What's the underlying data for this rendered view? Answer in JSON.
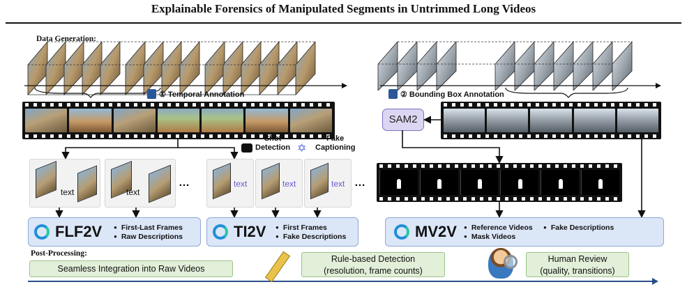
{
  "title": "Explainable Forensics of Manipulated Segments in Untrimmed Long Videos",
  "data_generation": {
    "label": "Data Generation:",
    "temporal_annotation": "① Temporal Annotation",
    "bbox_annotation": "② Bounding Box Annotation",
    "sam2": "SAM2",
    "shot_detection": "Shot\nDetection",
    "fake_captioning": "Fake\nCaptioning"
  },
  "groups": {
    "flf2v": {
      "text_a": "text",
      "text_b": "text",
      "ellipsis": "…"
    },
    "ti2v": {
      "text_a": "text",
      "text_b": "text",
      "text_c": "text",
      "ellipsis": "…"
    }
  },
  "models": [
    {
      "name": "FLF2V",
      "bullets": [
        "First-Last Frames",
        "Raw Descriptions"
      ]
    },
    {
      "name": "TI2V",
      "bullets": [
        "First Frames",
        "Fake Descriptions"
      ]
    },
    {
      "name": "MV2V",
      "bullets": [
        "Reference Videos",
        "Fake Descriptions",
        "Mask Videos"
      ]
    }
  ],
  "post_processing": {
    "label": "Post-Processing:",
    "seamless": "Seamless Integration into Raw Videos",
    "rule_title": "Rule-based Detection",
    "rule_detail": "(resolution, frame counts)",
    "human_title": "Human Review",
    "human_detail": "(quality, transitions)"
  },
  "colors": {
    "model_box": "#dbe6f7",
    "model_border": "#8da9d4",
    "post_box": "#e2efd9",
    "caption_text": "#6a5acd"
  }
}
